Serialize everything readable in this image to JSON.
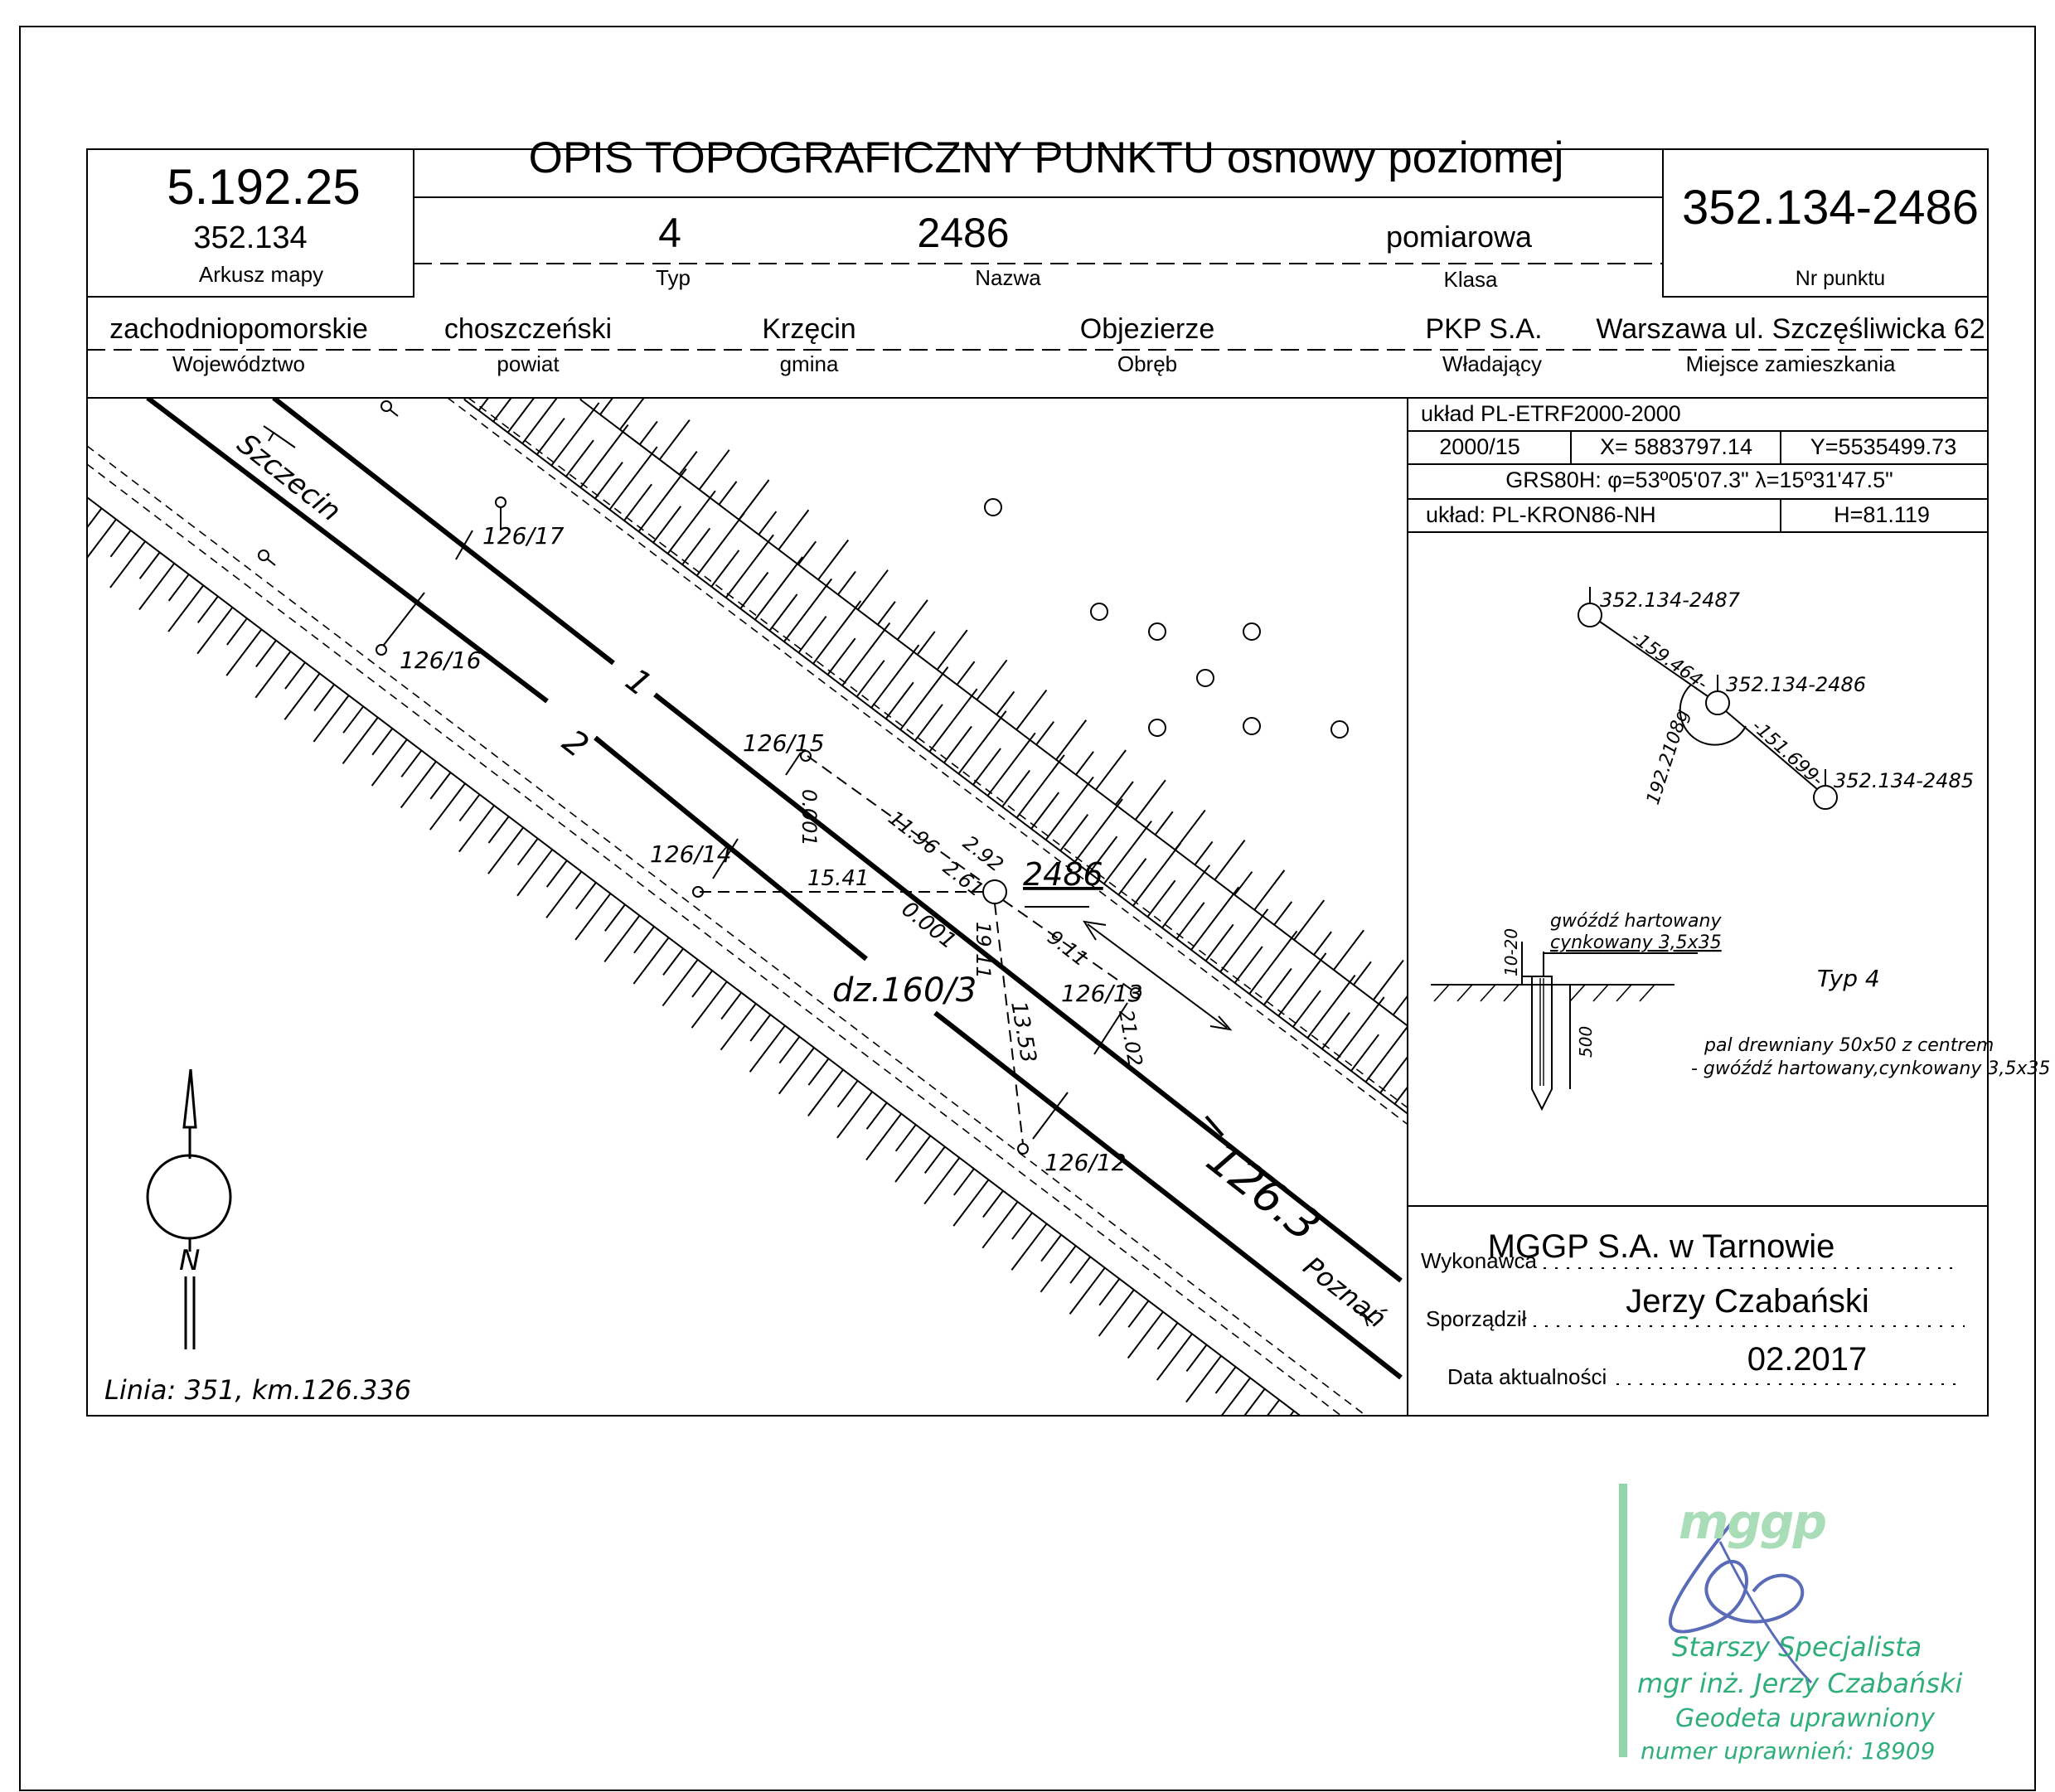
{
  "header": {
    "title": "OPIS TOPOGRAFICZNY PUNKTU osnowy poziomej",
    "map_sheet_number": "5.192.25",
    "map_sheet_code": "352.134",
    "map_sheet_label": "Arkusz mapy",
    "point_number": "352.134-2486",
    "point_number_label": "Nr punktu",
    "type_value": "4",
    "type_label": "Typ",
    "name_value": "2486",
    "name_label": "Nazwa",
    "class_value": "pomiarowa",
    "class_label": "Klasa"
  },
  "admin": {
    "voivodeship": "zachodniopomorskie",
    "voivodeship_label": "Województwo",
    "county": "choszczeński",
    "county_label": "powiat",
    "commune": "Krzęcin",
    "commune_label": "gmina",
    "precinct": "Objezierze",
    "precinct_label": "Obręb",
    "owner": "PKP S.A.",
    "owner_label": "Władający",
    "residence": "Warszawa ul. Szczęśliwicka 62",
    "residence_label": "Miejsce zamieszkania"
  },
  "coords": {
    "system": "układ PL-ETRF2000-2000",
    "zone": "2000/15",
    "x": "X= 5883797.14",
    "y": "Y=5535499.73",
    "grs": "GRS80H: φ=53º05'07.3\" λ=15º31'47.5\"",
    "height_system": "układ: PL-KRON86-NH",
    "height": "H=81.119"
  },
  "sketch": {
    "to_szczecin": "Szczecin",
    "to_poznan": "Poznań",
    "track_1": "1",
    "track_2": "2",
    "parcel": "dz.160/3",
    "km_marker": "126.3",
    "point_label": "2486",
    "line_km": "Linia: 351, km.126.336",
    "north": "N",
    "poles": [
      "126/17",
      "126/16",
      "126/15",
      "126/14",
      "126/13",
      "126/12"
    ],
    "measures": [
      "0.001",
      "11.96",
      "2.92",
      "2.61",
      "15.41",
      "19.11",
      "9.11",
      "13.53",
      "21.02",
      "0.001"
    ]
  },
  "connections": {
    "point_a": "352.134-2487",
    "point_b": "352.134-2486",
    "point_c": "352.134-2485",
    "dist_ab": "-159.464-",
    "dist_bc": "-151.699-",
    "angle": "192.2108g"
  },
  "marker": {
    "nail_line1": "gwóźdź hartowany",
    "nail_line2": "cynkowany 3,5x35",
    "depth_top": "10-20",
    "depth_post": "500",
    "type": "Typ 4",
    "desc_line1": "pal drewniany 50x50 z centrem",
    "desc_line2": "- gwóźdź hartowany,cynkowany 3,5x35"
  },
  "footer": {
    "contractor_label": "Wykonawca",
    "contractor": "MGGP S.A.  w Tarnowie",
    "author_label": "Sporządził",
    "author": "Jerzy Czabański",
    "date_label": "Data aktualności",
    "date": "02.2017"
  },
  "stamp": {
    "logo": "mggp",
    "line1": "Starszy Specjalista",
    "line2": "mgr inż. Jerzy Czabański",
    "line3": "Geodeta uprawniony",
    "line4": "numer uprawnień: 18909"
  }
}
